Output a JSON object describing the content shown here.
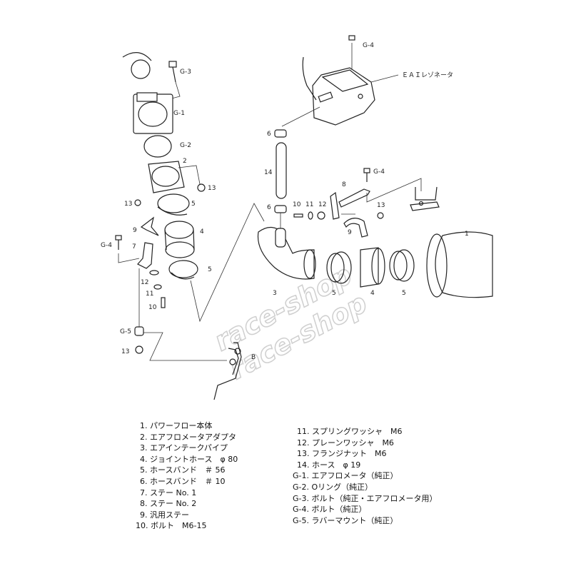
{
  "diagram": {
    "callouts": {
      "g3": "G-3",
      "g1": "G-1",
      "g2": "G-2",
      "p2": "2",
      "p13a": "13",
      "p13b": "13",
      "p5a": "5",
      "p9a": "9",
      "p4a": "4",
      "p7": "7",
      "g4a": "G-4",
      "p5b": "5",
      "p12a": "12",
      "p11a": "11",
      "p10a": "10",
      "g5": "G-5",
      "p13c": "13",
      "b": "B",
      "g4b": "G-4",
      "eai": "ＥＡＩレゾネータ",
      "p6a": "6",
      "p14": "14",
      "p6b": "6",
      "p10b": "10",
      "p11b": "11",
      "p12b": "12",
      "p8": "8",
      "g4c": "G-4",
      "p13d": "13",
      "p9b": "9",
      "p3": "3",
      "p5c": "5",
      "p4b": "4",
      "p5d": "5",
      "p1": "1"
    },
    "watermark": "race-shop"
  },
  "parts_list": {
    "left": [
      "1. パワーフロー本体",
      "2. エアフロメータアダプタ",
      "3. エアインテークパイプ",
      "4. ジョイントホース　φ 80",
      "5. ホースバンド　＃ 56",
      "6. ホースバンド　＃ 10",
      "7. ステー No. 1",
      "8. ステー No. 2",
      "9. 汎用ステー",
      "10. ボルト　M6-15"
    ],
    "right": [
      "11. スプリングワッシャ　M6",
      "12. プレーンワッシャ　M6",
      "13. フランジナット　M6",
      "14. ホース　φ 19",
      "G-1. エアフロメータ（純正）",
      "G-2. Oリング（純正）",
      "G-3. ボルト（純正・エアフロメータ用）",
      "G-4. ボルト（純正）",
      "G-5. ラバーマウント（純正）"
    ]
  }
}
